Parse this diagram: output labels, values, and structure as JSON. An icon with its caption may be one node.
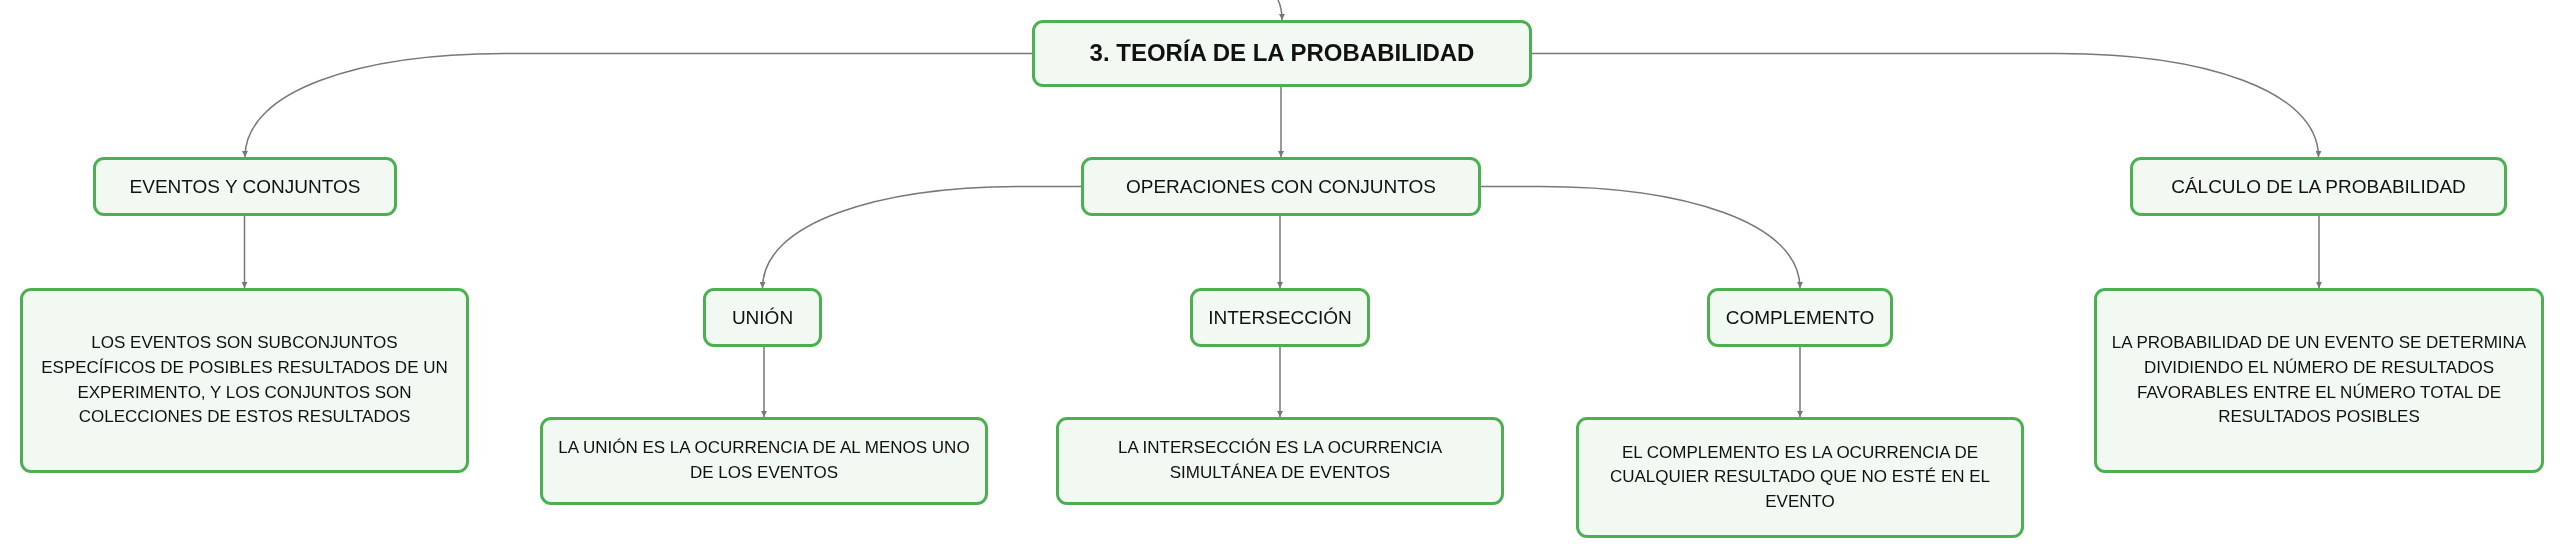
{
  "diagram": {
    "nodes": [
      {
        "text": [
          "3. TEORÍA DE LA PROBABILIDAD"
        ]
      },
      {
        "text": [
          "EVENTOS Y CONJUNTOS"
        ]
      },
      {
        "text": [
          "OPERACIONES CON CONJUNTOS"
        ]
      },
      {
        "text": [
          "CÁLCULO DE LA PROBABILIDAD"
        ]
      },
      {
        "text": [
          "LOS EVENTOS SON SUBCONJUNTOS ESPECÍFICOS DE POSIBLES RESULTADOS DE UN EXPERIMENTO, Y LOS CONJUNTOS SON COLECCIONES DE ESTOS RESULTADOS"
        ]
      },
      {
        "text": [
          "UNIÓN"
        ]
      },
      {
        "text": [
          "INTERSECCIÓN"
        ]
      },
      {
        "text": [
          "COMPLEMENTO"
        ]
      },
      {
        "text": [
          "LA PROBABILIDAD DE UN EVENTO SE DETERMINA DIVIDIENDO EL NÚMERO DE RESULTADOS FAVORABLES ENTRE EL NÚMERO TOTAL DE RESULTADOS POSIBLES"
        ]
      },
      {
        "text": [
          "LA UNIÓN ES LA OCURRENCIA DE AL MENOS UNO DE LOS EVENTOS"
        ]
      },
      {
        "text": [
          "LA INTERSECCIÓN ES LA OCURRENCIA SIMULTÁNEA DE EVENTOS"
        ]
      },
      {
        "text": [
          "EL COMPLEMENTO ES LA OCURRENCIA DE CUALQUIER RESULTADO QUE NO ESTÉ EN EL EVENTO"
        ]
      }
    ],
    "edges": [
      {
        "from": null,
        "to": 0,
        "arrow": "to"
      },
      {
        "from": 0,
        "to": 1,
        "arrow": "to"
      },
      {
        "from": 0,
        "to": 2,
        "arrow": "to"
      },
      {
        "from": 0,
        "to": 3,
        "arrow": "to"
      },
      {
        "from": 1,
        "to": 4,
        "arrow": "to"
      },
      {
        "from": 2,
        "to": 5,
        "arrow": "to"
      },
      {
        "from": 2,
        "to": 6,
        "arrow": "to"
      },
      {
        "from": 2,
        "to": 7,
        "arrow": "to"
      },
      {
        "from": 3,
        "to": 8,
        "arrow": "to"
      },
      {
        "from": 5,
        "to": 9,
        "arrow": "to"
      },
      {
        "from": 6,
        "to": 10,
        "arrow": "to"
      },
      {
        "from": 7,
        "to": 11,
        "arrow": "to"
      }
    ]
  }
}
